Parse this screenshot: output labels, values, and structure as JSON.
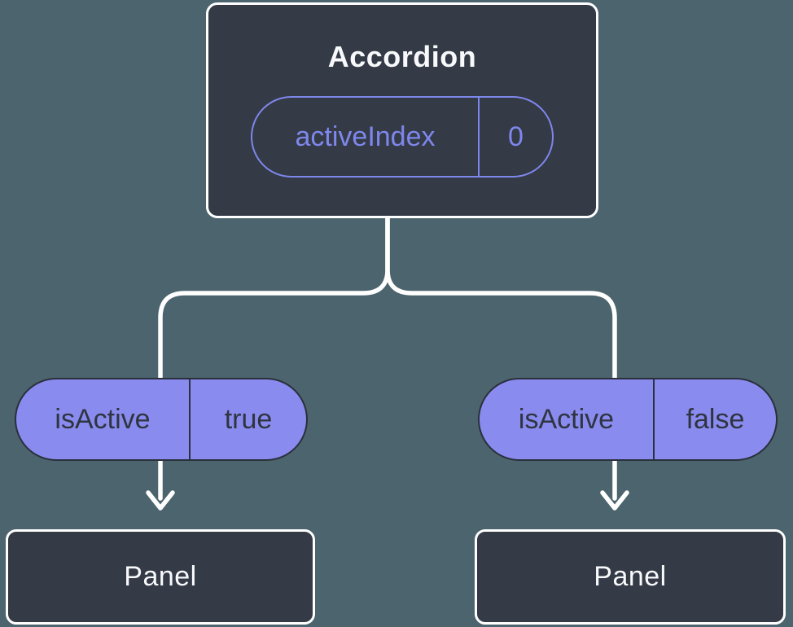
{
  "colors": {
    "background": "#4B646E",
    "node_fill": "#343A46",
    "node_border": "#FFFFFF",
    "node_text": "#F8F9FB",
    "pill_fill": "#8A8BEE",
    "pill_outline": "#7E87EB",
    "pill_dark_text": "#2E3440",
    "pill_dark_border": "#2A303C",
    "connector": "#FFFFFF"
  },
  "tree": {
    "root": {
      "title": "Accordion",
      "prop": {
        "name": "activeIndex",
        "value": "0"
      }
    },
    "children": [
      {
        "prop": {
          "name": "isActive",
          "value": "true"
        },
        "node": "Panel"
      },
      {
        "prop": {
          "name": "isActive",
          "value": "false"
        },
        "node": "Panel"
      }
    ]
  }
}
